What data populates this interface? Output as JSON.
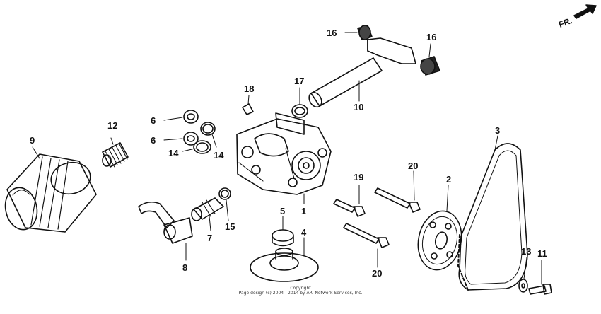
{
  "direction_label": "FR.",
  "parts": [
    {
      "id": "p1",
      "number": "1"
    },
    {
      "id": "p2",
      "number": "2"
    },
    {
      "id": "p3",
      "number": "3"
    },
    {
      "id": "p4",
      "number": "4"
    },
    {
      "id": "p5",
      "number": "5"
    },
    {
      "id": "p6a",
      "number": "6"
    },
    {
      "id": "p6b",
      "number": "6"
    },
    {
      "id": "p7",
      "number": "7"
    },
    {
      "id": "p8",
      "number": "8"
    },
    {
      "id": "p9",
      "number": "9"
    },
    {
      "id": "p10",
      "number": "10"
    },
    {
      "id": "p11",
      "number": "11"
    },
    {
      "id": "p12",
      "number": "12"
    },
    {
      "id": "p13",
      "number": "13"
    },
    {
      "id": "p14a",
      "number": "14"
    },
    {
      "id": "p14b",
      "number": "14"
    },
    {
      "id": "p15",
      "number": "15"
    },
    {
      "id": "p16a",
      "number": "16"
    },
    {
      "id": "p16b",
      "number": "16"
    },
    {
      "id": "p17",
      "number": "17"
    },
    {
      "id": "p18",
      "number": "18"
    },
    {
      "id": "p19",
      "number": "19"
    },
    {
      "id": "p20a",
      "number": "20"
    },
    {
      "id": "p20b",
      "number": "20"
    }
  ],
  "copyright": {
    "line1": "Copyright",
    "line2": "Page design (c) 2004 - 2014 by ARI Network Services, Inc."
  }
}
